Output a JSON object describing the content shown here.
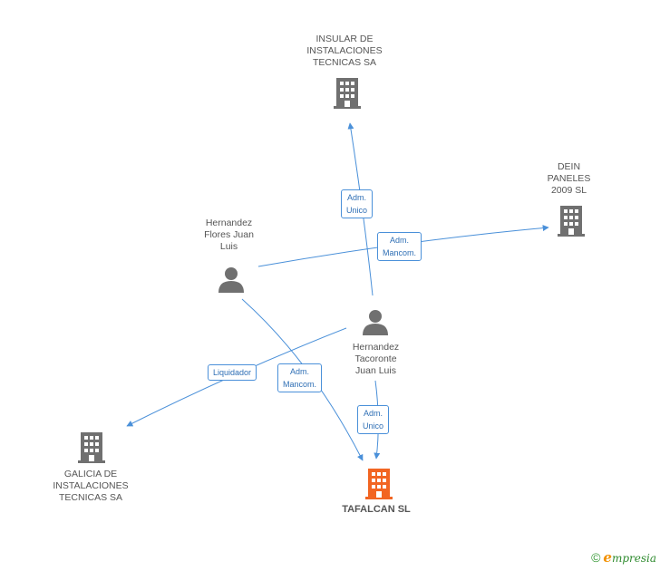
{
  "nodes": {
    "insular": {
      "label": "INSULAR DE\nINSTALACIONES\nTECNICAS SA",
      "type": "building-icon",
      "color": "#707070"
    },
    "dein": {
      "label": "DEIN\nPANELES\n2009 SL",
      "type": "building-icon",
      "color": "#707070"
    },
    "flores": {
      "label": "Hernandez\nFlores Juan\nLuis",
      "type": "person-icon",
      "color": "#707070"
    },
    "tacoronte": {
      "label": "Hernandez\nTacoronte\nJuan Luis",
      "type": "person-icon",
      "color": "#707070"
    },
    "galicia": {
      "label": "GALICIA DE\nINSTALACIONES\nTECNICAS SA",
      "type": "building-icon",
      "color": "#707070"
    },
    "tafalcan": {
      "label": "TAFALCAN SL",
      "type": "building-icon",
      "color": "#f26522"
    }
  },
  "edges": {
    "e1": {
      "label": "Adm.\nUnico"
    },
    "e2": {
      "label": "Adm.\nMancom."
    },
    "e3": {
      "label": "Liquidador"
    },
    "e4": {
      "label": "Adm.\nMancom."
    },
    "e5": {
      "label": "Adm.\nUnico"
    }
  },
  "colors": {
    "edge": "#4a90d9",
    "label_border": "#4a90d9"
  },
  "footer": {
    "copyright": "©",
    "brand_initial": "e",
    "brand_rest": "mpresia"
  }
}
